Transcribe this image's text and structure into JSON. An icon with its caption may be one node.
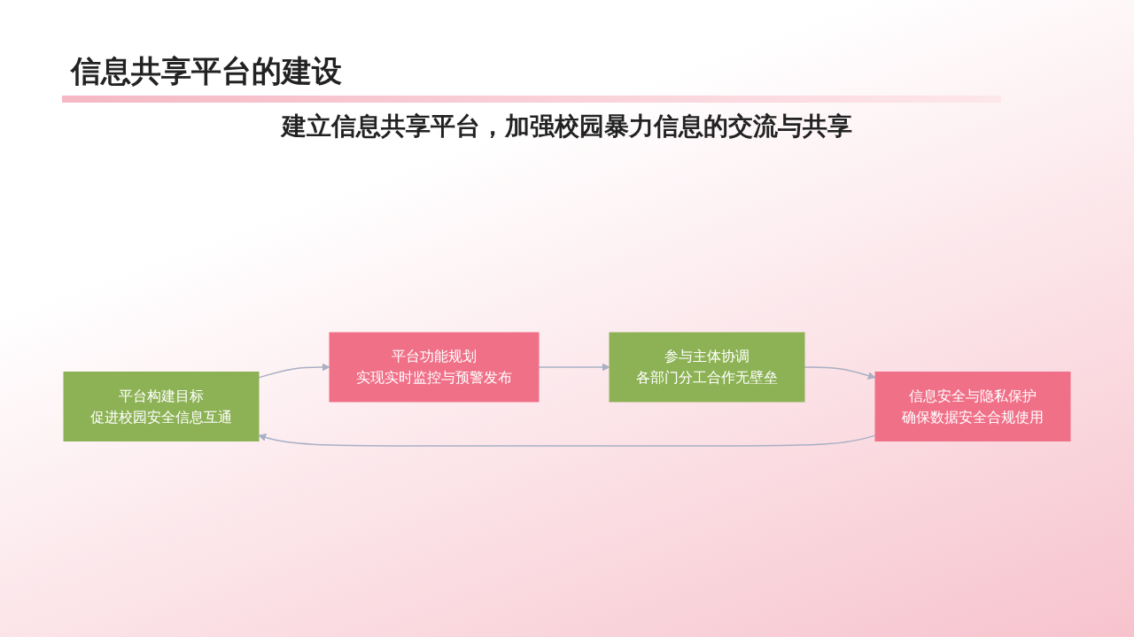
{
  "diagram": {
    "title": "信息共享平台的建设",
    "nodes": [
      {
        "text": [
          "平台构建目标",
          "促进校园安全信息互通"
        ]
      },
      {
        "text": [
          "平台功能规划",
          "实现实时监控与预警发布"
        ]
      },
      {
        "text": [
          "信息安全与隐私保护",
          "确保数据安全合规使用"
        ]
      },
      {
        "text": [
          "参与主体协调",
          "各部门分工合作无壁垒"
        ]
      }
    ],
    "edges": [
      {
        "from": 0,
        "to": 1,
        "arrow": "to"
      },
      {
        "from": 1,
        "to": 3,
        "arrow": "to"
      },
      {
        "from": 3,
        "to": 2,
        "arrow": "to"
      },
      {
        "from": 2,
        "to": 0,
        "arrow": "to"
      }
    ],
    "labels": [
      "建立信息共享平台，加强校园暴力信息的交流与共享"
    ]
  }
}
